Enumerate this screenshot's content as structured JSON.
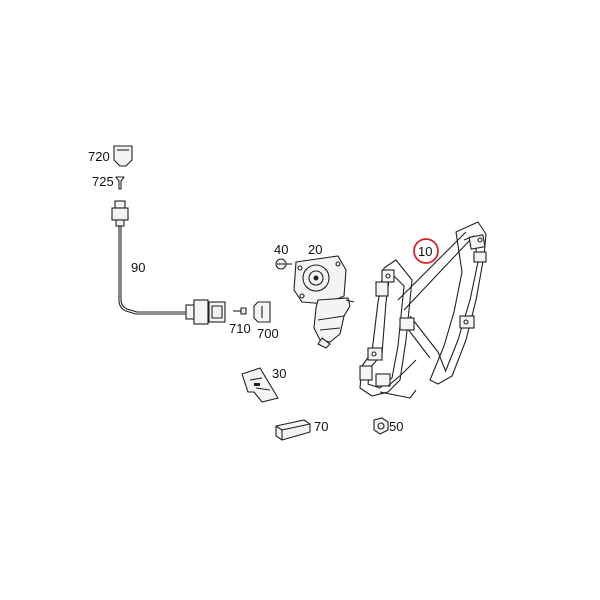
{
  "labels": {
    "p720": "720",
    "p725": "725",
    "p90": "90",
    "p40": "40",
    "p20": "20",
    "p10": "10",
    "p710": "710",
    "p700": "700",
    "p30": "30",
    "p70": "70",
    "p50": "50"
  },
  "colors": {
    "line": "#222222",
    "highlight": "#d9262c",
    "background": "#ffffff"
  },
  "highlighted_part": "10"
}
